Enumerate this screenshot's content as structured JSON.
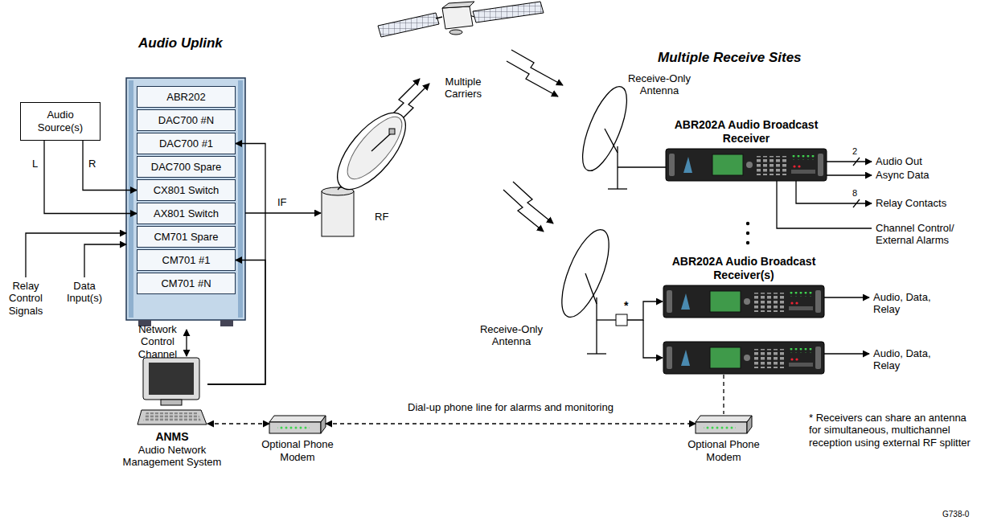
{
  "diagram": {
    "nodes": [
      {
        "text": [
          "Audio Source(s)"
        ]
      },
      {
        "text": [
          "ABR202"
        ]
      },
      {
        "text": [
          "DAC700 #N"
        ]
      },
      {
        "text": [
          "DAC700 #1"
        ]
      },
      {
        "text": [
          "DAC700 Spare"
        ]
      },
      {
        "text": [
          "CX801 Switch"
        ]
      },
      {
        "text": [
          "AX801 Switch"
        ]
      },
      {
        "text": [
          "CM701 Spare"
        ]
      },
      {
        "text": [
          "CM701 #1"
        ]
      },
      {
        "text": [
          "CM701 #N"
        ]
      },
      {
        "text": [
          "ANMS",
          "Audio Network Management System"
        ]
      },
      {
        "text": [
          "Optional Phone Modem"
        ]
      },
      {
        "text": [
          "Optional Phone Modem"
        ]
      },
      {
        "text": [
          "ABR202A Audio Broadcast Receiver"
        ]
      },
      {
        "text": [
          "ABR202A Audio Broadcast Receiver(s)"
        ]
      }
    ],
    "edges": [
      {
        "from": 0,
        "to": 5,
        "label": "R",
        "arrow": "to"
      },
      {
        "from": 0,
        "to": 6,
        "label": "L",
        "arrow": "to"
      },
      {
        "from": 10,
        "to": 3,
        "arrow": "to"
      },
      {
        "from": 10,
        "to": 8,
        "arrow": "to"
      },
      {
        "from": 10,
        "to": 11,
        "arrow": "both"
      },
      {
        "from": 11,
        "to": 12,
        "label": "Dial-up phone line for alarms and monitoring",
        "arrow": "both"
      }
    ],
    "labels": [
      "Audio Uplink",
      "Multiple Receive Sites",
      "Relay Control Signals",
      "Data Input(s)",
      "Network Control Channel",
      "IF",
      "RF",
      "Multiple Carriers",
      "Receive-Only Antenna",
      "Audio Out",
      "Async Data",
      "2",
      "8",
      "Relay Contacts",
      "Channel Control/ External Alarms",
      "Receive-Only Antenna",
      "*",
      "Audio, Data, Relay",
      "Audio, Data, Relay",
      "* Receivers can share an antenna for simultaneous, multichannel reception using external RF splitter",
      "G738-0"
    ]
  }
}
